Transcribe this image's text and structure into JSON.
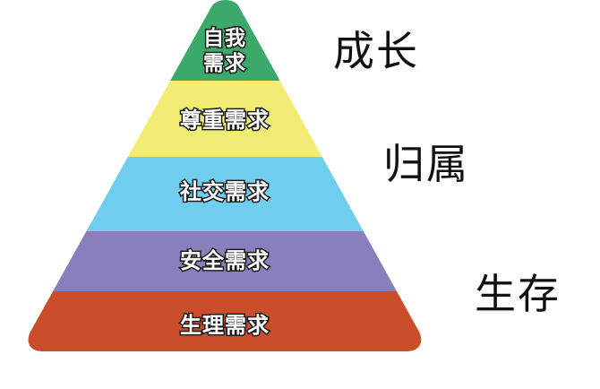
{
  "pyramid": {
    "levels": [
      {
        "label": "自我需求",
        "color": "#3aa96a"
      },
      {
        "label": "尊重需求",
        "color": "#f3ec74"
      },
      {
        "label": "社交需求",
        "color": "#6fcdee"
      },
      {
        "label": "安全需求",
        "color": "#8680bd"
      },
      {
        "label": "生理需求",
        "color": "#cb4e2a"
      }
    ]
  },
  "side_labels": {
    "growth": "成长",
    "belonging": "归属",
    "survival": "生存"
  }
}
